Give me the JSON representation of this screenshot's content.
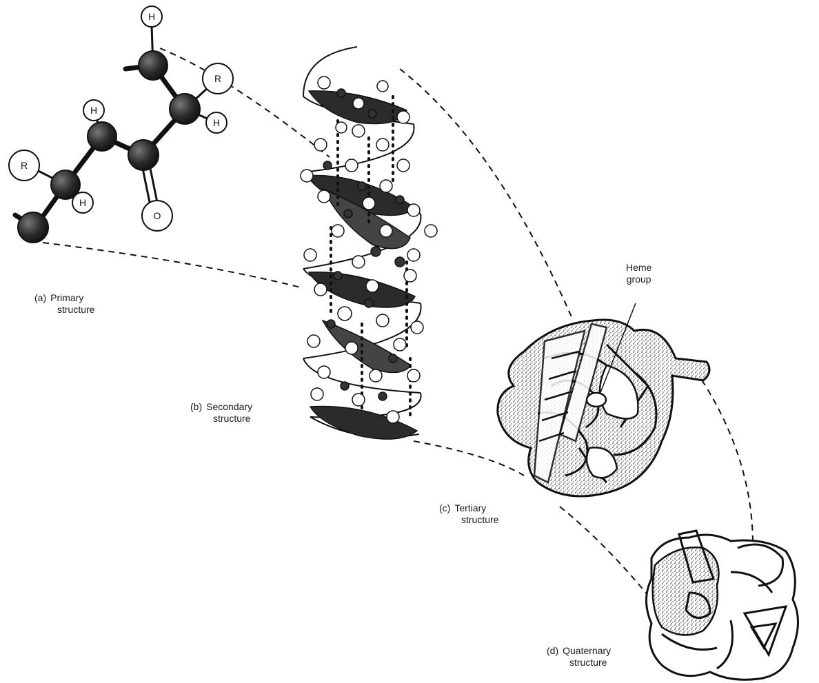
{
  "atoms": {
    "h": "H",
    "r": "R",
    "o": "O"
  },
  "captions": {
    "primary": {
      "tag": "(a)",
      "line1": "Primary",
      "line2": "structure"
    },
    "secondary": {
      "tag": "(b)",
      "line1": "Secondary",
      "line2": "structure"
    },
    "tertiary": {
      "tag": "(c)",
      "line1": "Tertiary",
      "line2": "structure"
    },
    "quaternary": {
      "tag": "(d)",
      "line1": "Quaternary",
      "line2": "structure"
    }
  },
  "annotations": {
    "heme_line1": "Heme",
    "heme_line2": "group"
  },
  "colors": {
    "ink": "#111111",
    "dark_atom": "#2a2a2a",
    "stipple": "#555555"
  }
}
